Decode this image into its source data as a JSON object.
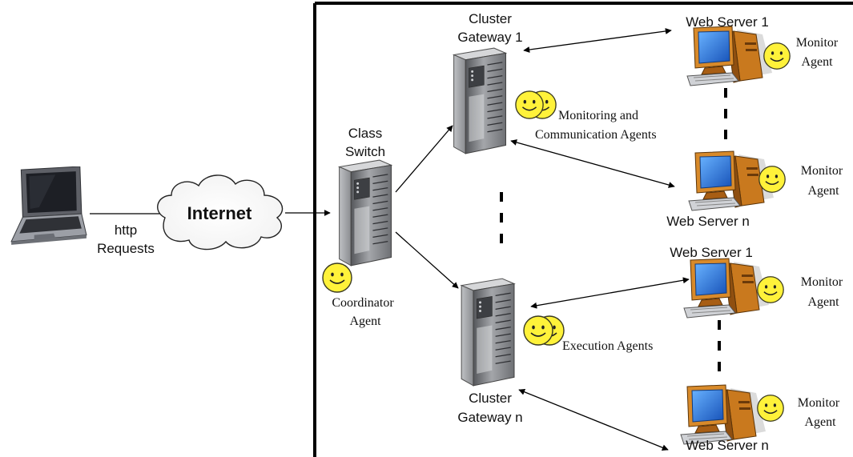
{
  "client": {
    "request_label_line1": "http",
    "request_label_line2": "Requests"
  },
  "internet": {
    "label": "Internet"
  },
  "class_switch": {
    "label_line1": "Class",
    "label_line2": "Switch",
    "agent_line1": "Coordinator",
    "agent_line2": "Agent"
  },
  "cluster_top": {
    "gateway_line1": "Cluster",
    "gateway_line2": "Gateway 1",
    "agents_line1": "Monitoring and",
    "agents_line2": "Communication Agents",
    "server_first": "Web Server 1",
    "server_last": "Web Server n"
  },
  "cluster_bottom": {
    "gateway_line1": "Cluster",
    "gateway_line2": "Gateway n",
    "agents_label": "Execution Agents",
    "server_first": "Web Server 1",
    "server_last": "Web Server n"
  },
  "monitor_agent": {
    "line1": "Monitor",
    "line2": "Agent"
  },
  "colors": {
    "smiley": "#fff23a",
    "server_body": "#8a8c90",
    "monitor_screen": "#2f7fe0",
    "pc_case": "#c9791e"
  }
}
